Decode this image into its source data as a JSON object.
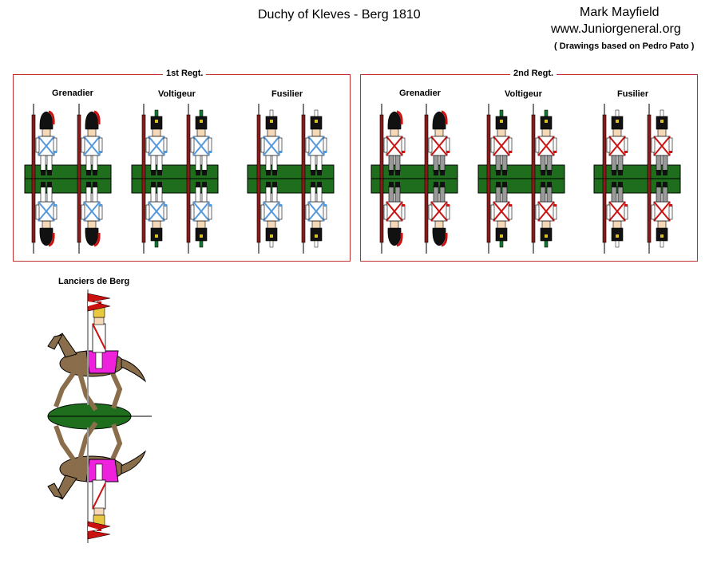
{
  "header": {
    "title": "Duchy of Kleves - Berg 1810",
    "author": "Mark Mayfield",
    "website": "www.Juniorgeneral.org",
    "credit": "( Drawings based on Pedro Pato )"
  },
  "regiments": [
    {
      "label": "1st Regt.",
      "units": [
        {
          "label": "Grenadier",
          "headgear": "bearskin",
          "facing": "#5599dd",
          "trousers": "#ffffff",
          "plume": "#cc1111"
        },
        {
          "label": "Voltigeur",
          "headgear": "shako",
          "facing": "#5599dd",
          "trousers": "#ffffff",
          "plume": "#117733"
        },
        {
          "label": "Fusilier",
          "headgear": "shako",
          "facing": "#5599dd",
          "trousers": "#ffffff",
          "plume": "#ffffff"
        }
      ]
    },
    {
      "label": "2nd Regt.",
      "units": [
        {
          "label": "Grenadier",
          "headgear": "bearskin",
          "facing": "#cc1111",
          "trousers": "#999999",
          "plume": "#cc1111"
        },
        {
          "label": "Voltigeur",
          "headgear": "shako",
          "facing": "#cc1111",
          "trousers": "#999999",
          "plume": "#117733"
        },
        {
          "label": "Fusilier",
          "headgear": "shako",
          "facing": "#cc1111",
          "trousers": "#999999",
          "plume": "#ffffff"
        }
      ]
    }
  ],
  "cavalry": {
    "label": "Lanciers de Berg",
    "horse": "#8a6e4b",
    "facing": "#ee22dd",
    "pennant": "#cc1111"
  },
  "colors": {
    "base": "#1e6e1e",
    "frame": "#c03030",
    "coat": "#ffffff",
    "musket": "#8b1a1a"
  }
}
